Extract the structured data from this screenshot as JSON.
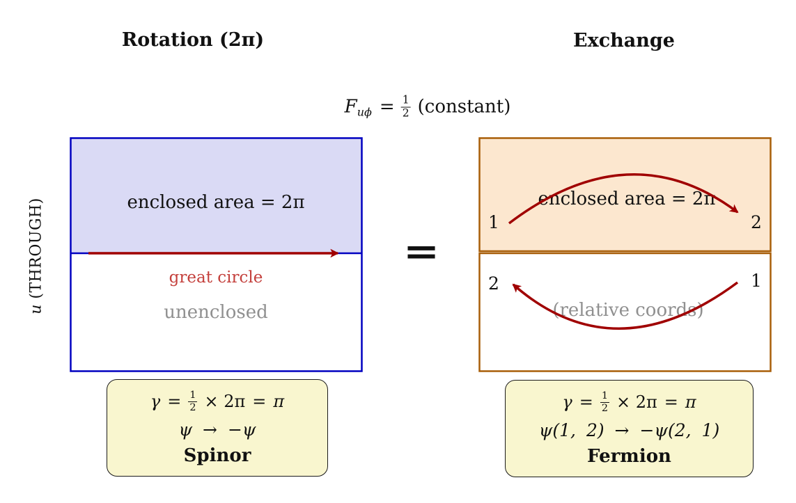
{
  "titles": {
    "left": "Rotation (2π)",
    "right": "Exchange"
  },
  "formula": {
    "var": "F",
    "sub": "uϕ",
    "eq": "=",
    "frac_num": "1",
    "frac_den": "2",
    "rest": "(constant)"
  },
  "equals_sign": "=",
  "y_axis": {
    "var": "u",
    "rest": " (THROUGH)"
  },
  "left_panel": {
    "enclosed_label": "enclosed area = 2π",
    "arrow_label": "great circle",
    "unenclosed_label": "unenclosed"
  },
  "right_panel": {
    "enclosed_label": "enclosed area = 2π",
    "relative_label": "(relative coords)",
    "top_start": "1",
    "top_end": "2",
    "bottom_end": "2",
    "bottom_start": "1"
  },
  "left_box": {
    "gamma": "γ",
    "eq1": "=",
    "frac_num": "1",
    "frac_den": "2",
    "times": "× 2π",
    "eq2": "=",
    "pi": "π",
    "psi": "ψ → −ψ",
    "label": "Spinor"
  },
  "right_box": {
    "gamma": "γ",
    "eq1": "=",
    "frac_num": "1",
    "frac_den": "2",
    "times": "× 2π",
    "eq2": "=",
    "pi": "π",
    "psi": "ψ(1, 2) → −ψ(2, 1)",
    "label": "Fermion"
  },
  "colors": {
    "panel_blue_border": "#0000c0",
    "panel_lavender_fill": "#dadaf5",
    "panel_brown_border": "#a85e08",
    "panel_peach_fill": "#fce7cf",
    "arrow_dark_red": "#a00000",
    "great_circle_red": "#c4403c",
    "muted_gray": "#909090",
    "note_yellow_fill": "#f9f6cf"
  }
}
